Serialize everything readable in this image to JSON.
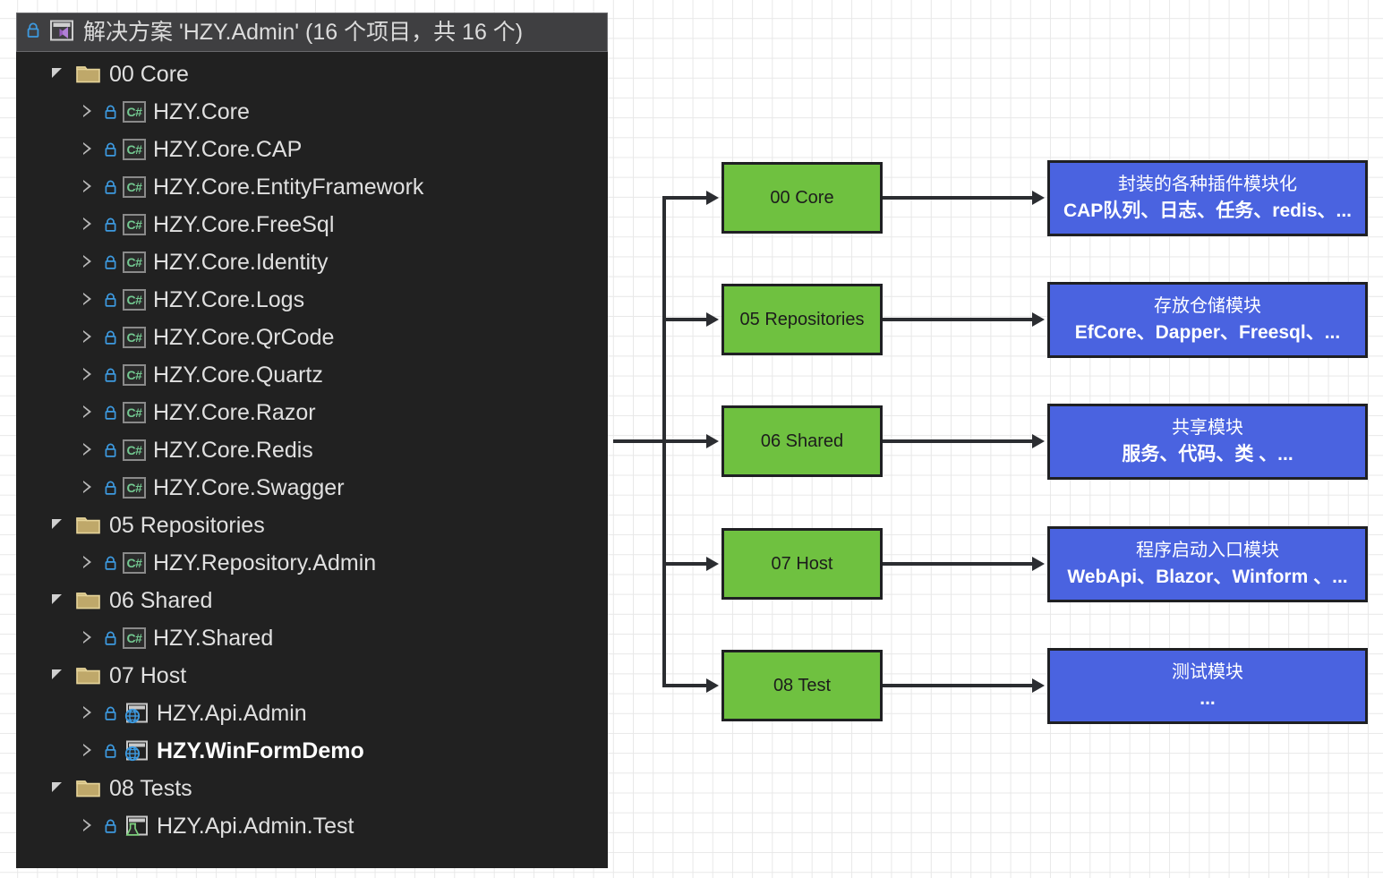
{
  "solution_explorer": {
    "header": {
      "title": "解决方案 'HZY.Admin' (16 个项目，共 16 个)",
      "lock_icon": "lock-icon",
      "solution_icon": "visual-studio-solution-icon"
    },
    "tree": [
      {
        "label": "00 Core",
        "type": "folder",
        "state": "expanded",
        "bold": false
      },
      {
        "label": "HZY.Core",
        "type": "csharp",
        "state": "collapsed",
        "bold": false
      },
      {
        "label": "HZY.Core.CAP",
        "type": "csharp",
        "state": "collapsed",
        "bold": false
      },
      {
        "label": "HZY.Core.EntityFramework",
        "type": "csharp",
        "state": "collapsed",
        "bold": false
      },
      {
        "label": "HZY.Core.FreeSql",
        "type": "csharp",
        "state": "collapsed",
        "bold": false
      },
      {
        "label": "HZY.Core.Identity",
        "type": "csharp",
        "state": "collapsed",
        "bold": false
      },
      {
        "label": "HZY.Core.Logs",
        "type": "csharp",
        "state": "collapsed",
        "bold": false
      },
      {
        "label": "HZY.Core.QrCode",
        "type": "csharp",
        "state": "collapsed",
        "bold": false
      },
      {
        "label": "HZY.Core.Quartz",
        "type": "csharp",
        "state": "collapsed",
        "bold": false
      },
      {
        "label": "HZY.Core.Razor",
        "type": "csharp",
        "state": "collapsed",
        "bold": false
      },
      {
        "label": "HZY.Core.Redis",
        "type": "csharp",
        "state": "collapsed",
        "bold": false
      },
      {
        "label": "HZY.Core.Swagger",
        "type": "csharp",
        "state": "collapsed",
        "bold": false
      },
      {
        "label": "05 Repositories",
        "type": "folder",
        "state": "expanded",
        "bold": false
      },
      {
        "label": "HZY.Repository.Admin",
        "type": "csharp",
        "state": "collapsed",
        "bold": false
      },
      {
        "label": "06 Shared",
        "type": "folder",
        "state": "expanded",
        "bold": false
      },
      {
        "label": "HZY.Shared",
        "type": "csharp",
        "state": "collapsed",
        "bold": false
      },
      {
        "label": "07 Host",
        "type": "folder",
        "state": "expanded",
        "bold": false
      },
      {
        "label": "HZY.Api.Admin",
        "type": "web",
        "state": "collapsed",
        "bold": false
      },
      {
        "label": "HZY.WinFormDemo",
        "type": "web",
        "state": "collapsed",
        "bold": true
      },
      {
        "label": "08 Tests",
        "type": "folder",
        "state": "expanded",
        "bold": false
      },
      {
        "label": "HZY.Api.Admin.Test",
        "type": "test",
        "state": "collapsed",
        "bold": false
      }
    ]
  },
  "diagram": {
    "rows": [
      {
        "source": "00 Core",
        "target_line1": "封装的各种插件模块化",
        "target_line2": "CAP队列、日志、任务、redis、..."
      },
      {
        "source": "05 Repositories",
        "target_line1": "存放仓储模块",
        "target_line2": "EfCore、Dapper、Freesql、..."
      },
      {
        "source": "06 Shared",
        "target_line1": "共享模块",
        "target_line2": "服务、代码、类 、..."
      },
      {
        "source": "07 Host",
        "target_line1": "程序启动入口模块",
        "target_line2": "WebApi、Blazor、Winform 、..."
      },
      {
        "source": "08 Test",
        "target_line1": "测试模块",
        "target_line2": "..."
      }
    ],
    "colors": {
      "source_fill": "#6fc140",
      "target_fill": "#4a63e0",
      "border": "#1f2023",
      "connector": "#2b2d31",
      "grid": "#e8e8e8",
      "canvas": "#ffffff",
      "panel_bg": "#212121",
      "panel_header_bg": "#3f3f41",
      "tree_text": "#e0e0e0"
    }
  }
}
